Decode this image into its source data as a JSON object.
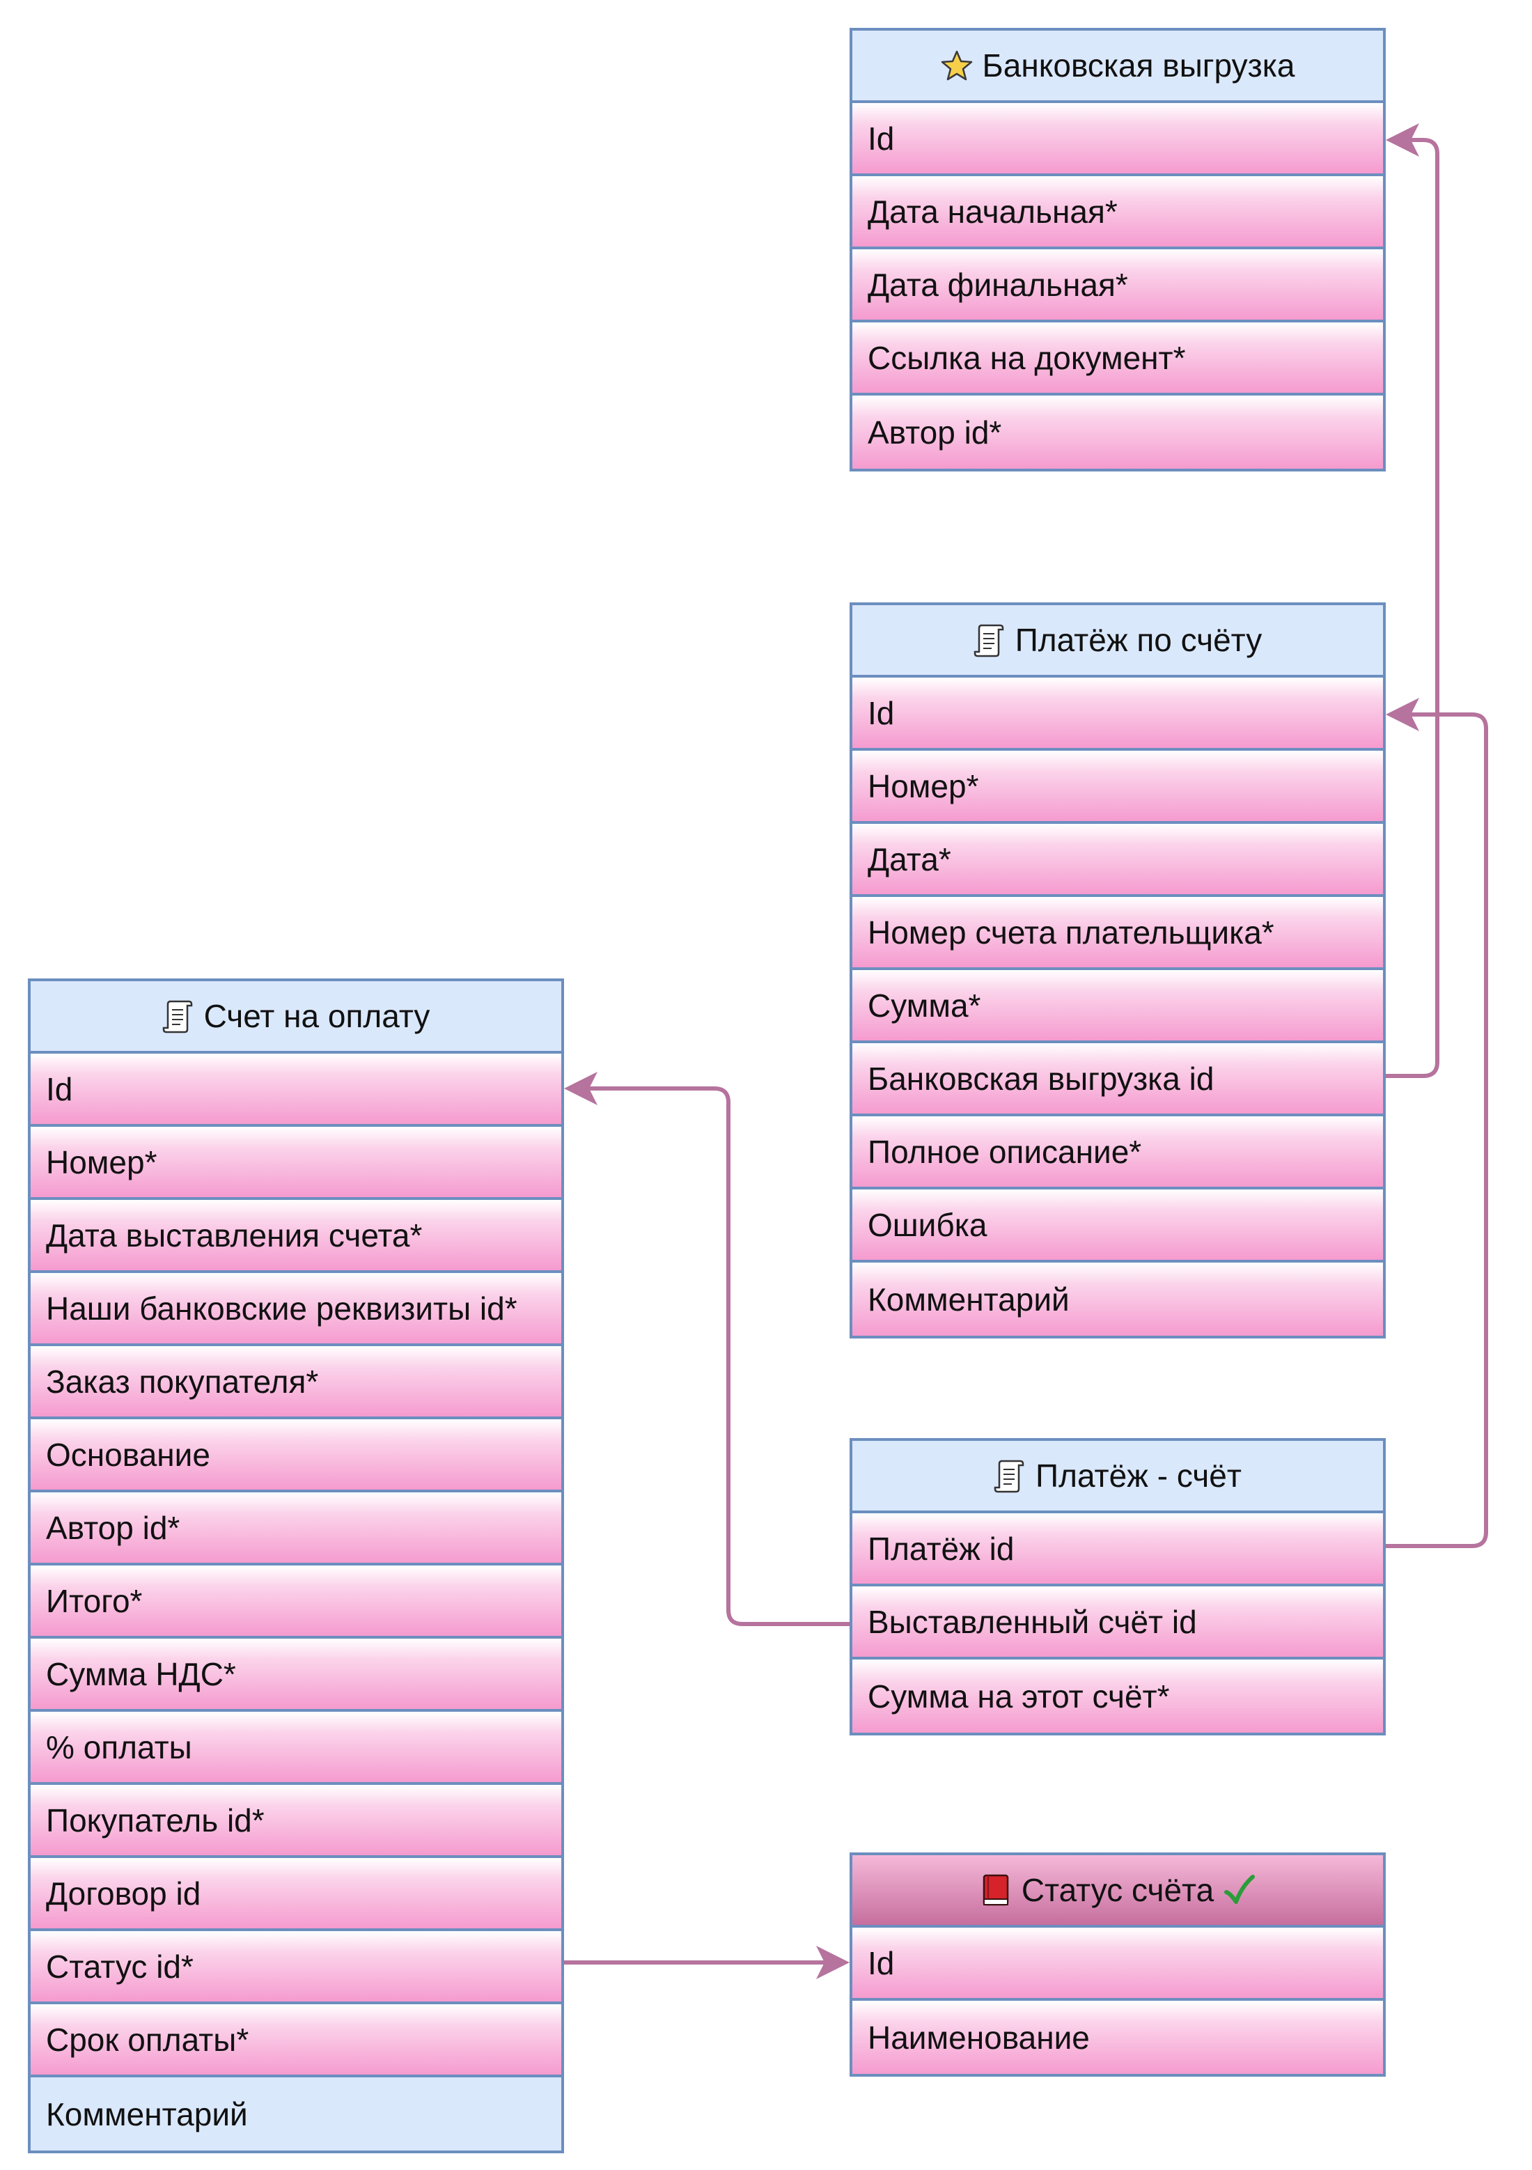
{
  "entities": {
    "bank_export": {
      "title": "Банковская выгрузка",
      "icon": "star-icon",
      "fields": [
        "Id",
        "Дата начальная*",
        "Дата финальная*",
        "Ссылка на документ*",
        "Автор id*"
      ]
    },
    "invoice_payment": {
      "title": "Платёж по счёту",
      "icon": "scroll-icon",
      "fields": [
        "Id",
        "Номер*",
        "Дата*",
        "Номер счета плательщика*",
        "Сумма*",
        "Банковская выгрузка id",
        "Полное описание*",
        "Ошибка",
        "Комментарий"
      ]
    },
    "invoice": {
      "title": "Счет на оплату",
      "icon": "scroll-icon",
      "fields": [
        "Id",
        "Номер*",
        "Дата выставления счета*",
        "Наши банковские реквизиты id*",
        "Заказ покупателя*",
        "Основание",
        "Автор id*",
        "Итого*",
        "Сумма НДС*",
        "% оплаты",
        "Покупатель id*",
        "Договор id",
        "Статус id*",
        "Срок оплаты*",
        "Комментарий"
      ]
    },
    "payment_invoice": {
      "title": "Платёж - счёт",
      "icon": "scroll-icon",
      "fields": [
        "Платёж id",
        "Выставленный счёт id",
        "Сумма на этот счёт*"
      ]
    },
    "invoice_status": {
      "title": "Статус счёта",
      "icon": "red-book-icon",
      "suffix_icon": "green-check-icon",
      "fields": [
        "Id",
        "Наименование"
      ]
    }
  },
  "colors": {
    "border": "#6c8ebf",
    "header_fill": "#dae8fc",
    "field_fill": "#f59bcf",
    "connector": "#b5739d"
  }
}
